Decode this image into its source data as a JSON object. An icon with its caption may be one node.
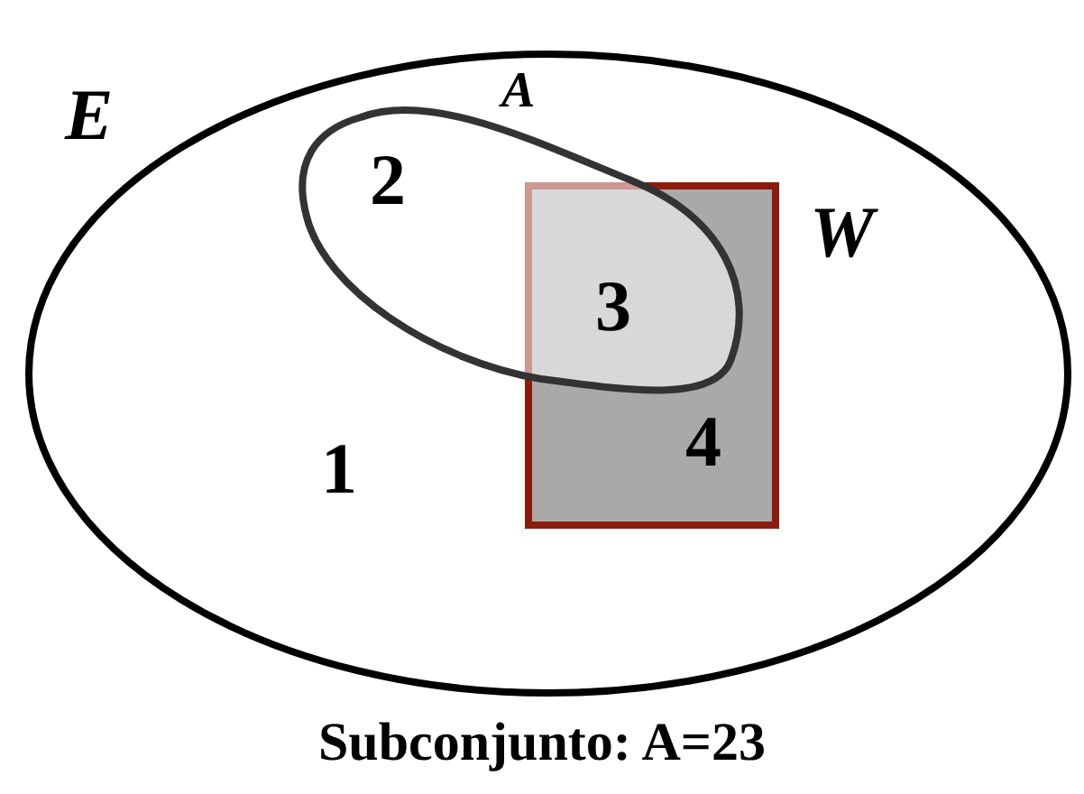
{
  "diagram": {
    "caption": "Subconjunto: A=23",
    "nodes": [
      {
        "text": [
          "E"
        ]
      },
      {
        "text": [
          "A"
        ],
        "in": 0
      },
      {
        "text": [
          "W"
        ],
        "in": 0
      }
    ],
    "edges": [],
    "labels": [
      "2",
      "3",
      "1",
      "4"
    ]
  }
}
